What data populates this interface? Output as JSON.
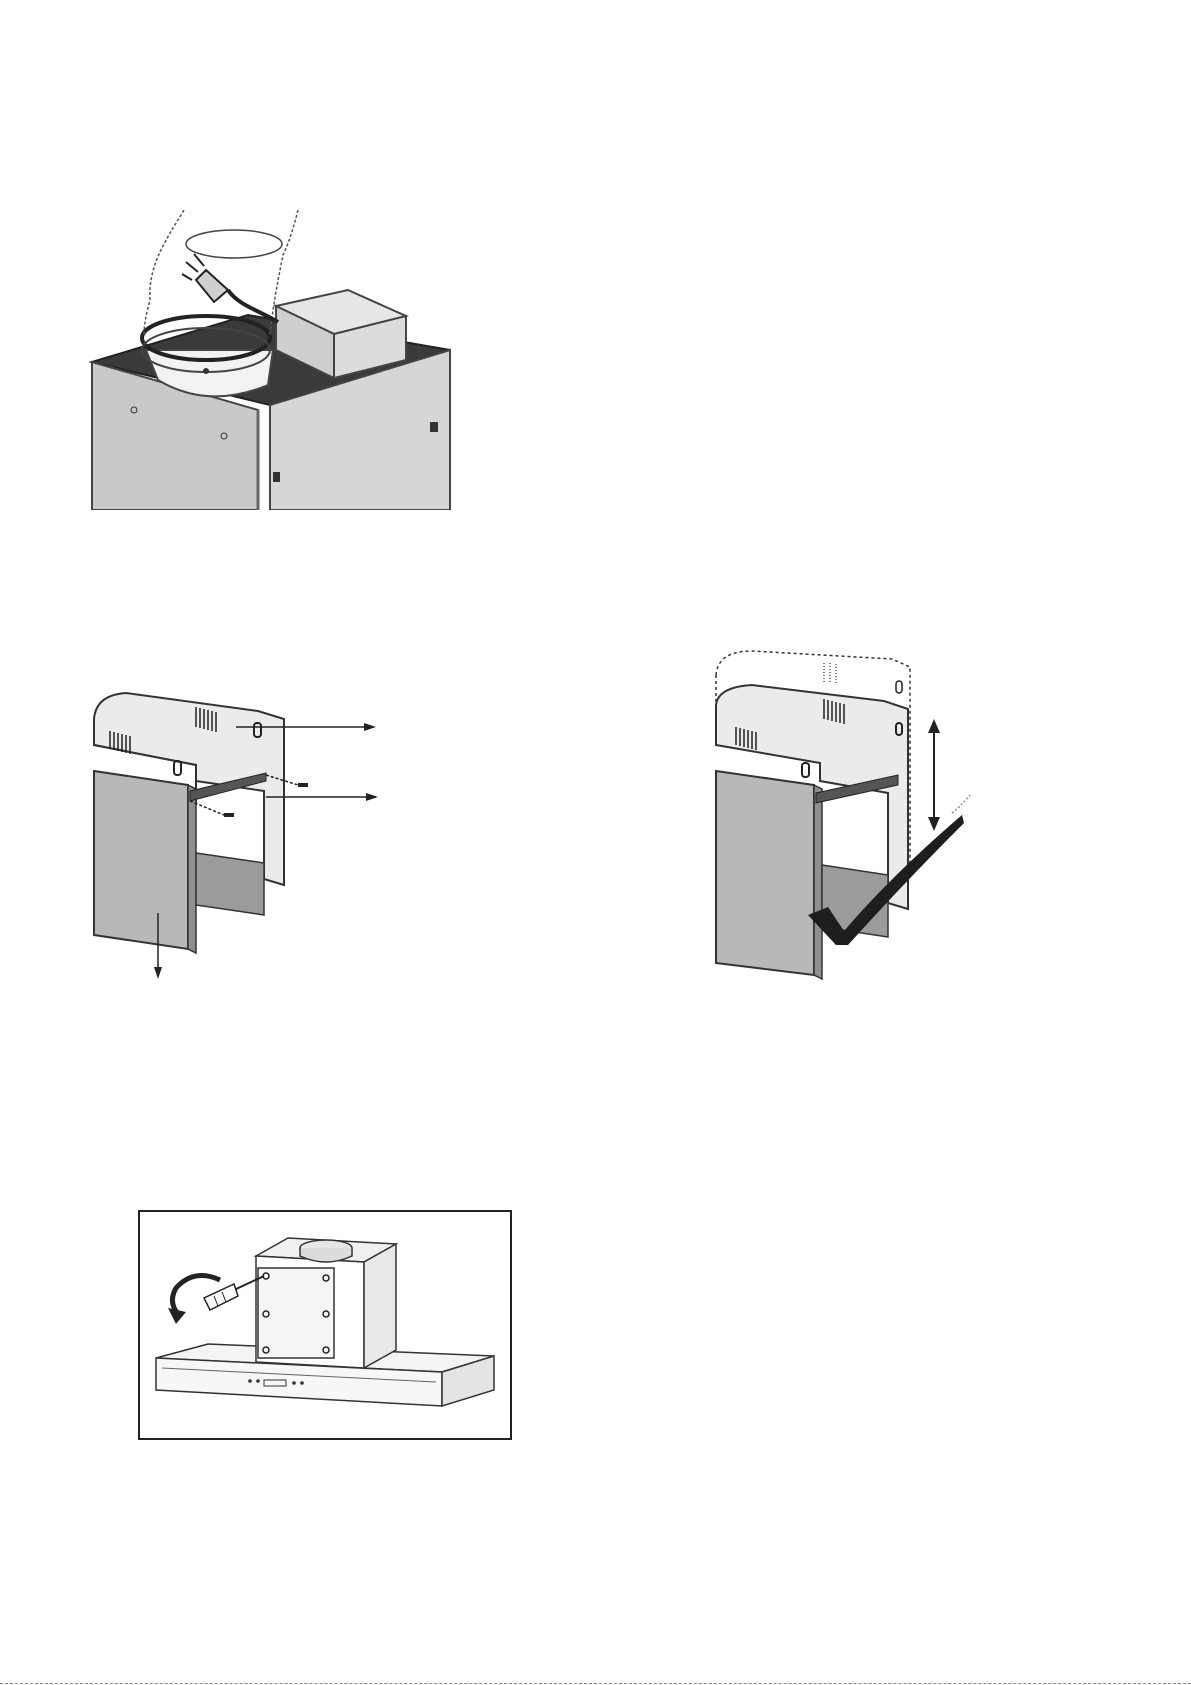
{
  "page": {
    "figures": [
      {
        "id": "fig1",
        "description_icon": "duct-and-power-plug-on-chimney-icon"
      },
      {
        "id": "fig2",
        "description_icon": "chimney-assembly-with-screws-icon"
      },
      {
        "id": "fig3",
        "description_icon": "adjustable-chimney-height-check-icon"
      },
      {
        "id": "fig4",
        "description_icon": "range-hood-blower-unscrew-icon"
      }
    ]
  }
}
